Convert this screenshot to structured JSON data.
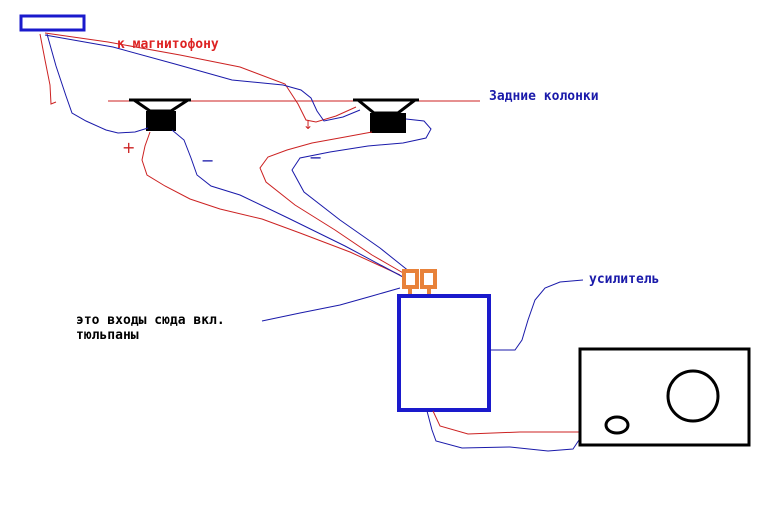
{
  "labels": {
    "to_recorder": "к магнитофону",
    "rear_speakers": "Задние колонки",
    "amplifier": "усилитель",
    "inputs_note_line1": "это входы сюда вкл.",
    "inputs_note_line2": "тюльпаны",
    "plus_sign": "+",
    "minus_sign": "−",
    "arrow_sign": "↓"
  },
  "colors": {
    "red_wire": "#cc2222",
    "blue_wire": "#1a1aaa",
    "amp_box": "#1a1acc",
    "connectors": "#e8823a",
    "speaker": "#000000",
    "label_red": "#dd2222",
    "label_blue": "#1a1aaa",
    "label_black": "#000000"
  }
}
